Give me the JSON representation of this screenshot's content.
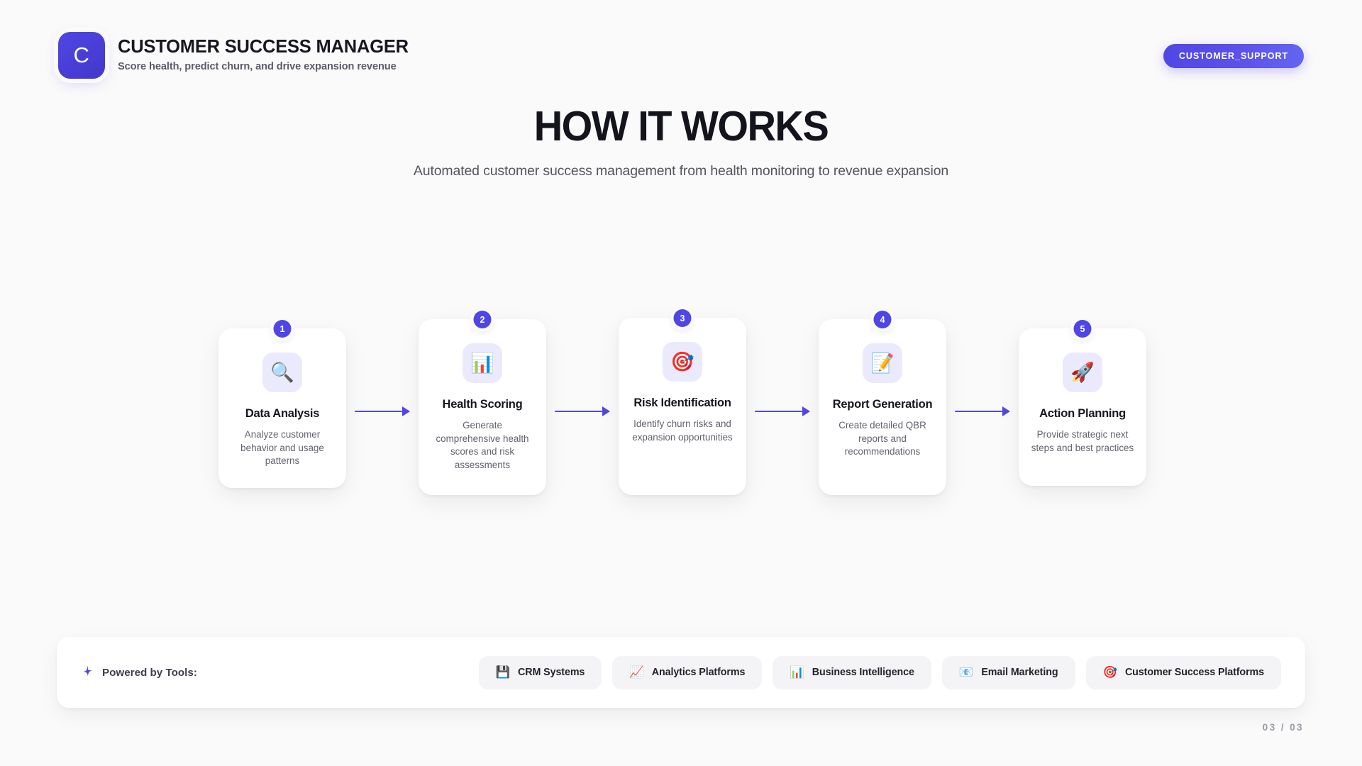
{
  "header": {
    "logo_letter": "C",
    "title": "CUSTOMER SUCCESS MANAGER",
    "subtitle": "Score health, predict churn, and drive expansion revenue",
    "agent_badge": "CUSTOMER_SUPPORT",
    "accent_color": "#4f46e5"
  },
  "hero": {
    "title": "HOW IT WORKS",
    "subtitle": "Automated customer success management from health monitoring to revenue expansion"
  },
  "flow": {
    "steps": [
      {
        "number": "1",
        "icon": "🔍",
        "icon_name": "magnifying-glass-icon",
        "title": "Data Analysis",
        "description": "Analyze customer behavior and usage patterns"
      },
      {
        "number": "2",
        "icon": "📊",
        "icon_name": "bar-chart-icon",
        "title": "Health Scoring",
        "description": "Generate comprehensive health scores and risk assessments"
      },
      {
        "number": "3",
        "icon": "🎯",
        "icon_name": "target-icon",
        "title": "Risk Identification",
        "description": "Identify churn risks and expansion opportunities"
      },
      {
        "number": "4",
        "icon": "📝",
        "icon_name": "memo-icon",
        "title": "Report Generation",
        "description": "Create detailed QBR reports and recommendations"
      },
      {
        "number": "5",
        "icon": "🚀",
        "icon_name": "rocket-icon",
        "title": "Action Planning",
        "description": "Provide strategic next steps and best practices"
      }
    ],
    "connector_color": "#5147e4"
  },
  "tools": {
    "label": "Powered by Tools:",
    "sparkle_icon_name": "sparkle-icon",
    "items": [
      {
        "icon": "💾",
        "icon_name": "floppy-disk-icon",
        "label": "CRM Systems"
      },
      {
        "icon": "📈",
        "icon_name": "chart-increasing-icon",
        "label": "Analytics Platforms"
      },
      {
        "icon": "📊",
        "icon_name": "bar-chart-icon",
        "label": "Business Intelligence"
      },
      {
        "icon": "📧",
        "icon_name": "email-icon",
        "label": "Email Marketing"
      },
      {
        "icon": "🎯",
        "icon_name": "target-icon",
        "label": "Customer Success Platforms"
      }
    ]
  },
  "footer": {
    "page_indicator": "03 / 03"
  }
}
